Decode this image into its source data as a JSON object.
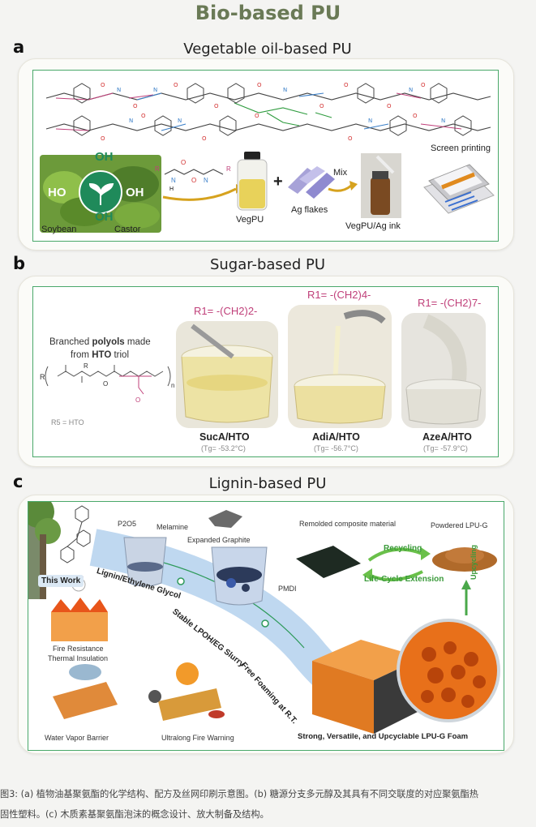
{
  "title": "Bio-based PU",
  "panel_a": {
    "letter": "a",
    "title": "Vegetable oil-based PU",
    "oh": [
      "OH",
      "HO",
      "OH",
      "OH"
    ],
    "labels": {
      "soybean": "Soybean",
      "castor": "Castor",
      "vegpu": "VegPU",
      "plus": "+",
      "ag_flakes": "Ag flakes",
      "mix": "Mix",
      "ink": "VegPU/Ag ink",
      "screen": "Screen printing",
      "r1": "R",
      "r2": "R"
    }
  },
  "panel_b": {
    "letter": "b",
    "title": "Sugar-based PU",
    "polyol_line1_a": "Branched ",
    "polyol_line1_b": "polyols",
    "polyol_line1_c": " made",
    "polyol_line2_a": "from ",
    "polyol_line2_b": "HTO",
    "polyol_line2_c": " triol",
    "r5": "R5 = HTO",
    "samples": [
      {
        "r1": "R1= -(CH2)2-",
        "name": "SucA/HTO",
        "tg": "(Tg= -53.2°C)"
      },
      {
        "r1": "R1= -(CH2)4-",
        "name": "AdiA/HTO",
        "tg": "(Tg= -56.7°C)"
      },
      {
        "r1": "R1= -(CH2)7-",
        "name": "AzeA/HTO",
        "tg": "(Tg= -57.9°C)"
      }
    ]
  },
  "panel_c": {
    "letter": "c",
    "title": "Lignin-based PU",
    "this_work": "This Work",
    "p2o5": "P2O5",
    "melamine": "Melamine",
    "expanded_graphite": "Expanded Graphite",
    "pmdi": "PMDI",
    "remolded": "Remolded composite material",
    "powdered": "Powdered LPU-G",
    "recycling": "Recycling",
    "life_cycle": "Life-Cycle Extension",
    "upcycling": "Upcycling",
    "step1": "Lignin/Ethylene Glycol",
    "step2": "Stable LPOH/EG Slurry",
    "step3": "Free Foaming at R.T.",
    "fire_resistance": "Fire Resistance",
    "thermal_insulation": "Thermal Insulation",
    "water_vapor": "Water Vapor Barrier",
    "fire_warning": "Ultralong Fire Warning",
    "foam_label": "Strong, Versatile, and Upcyclable LPU-G Foam"
  },
  "caption": {
    "line1": "图3: (a) 植物油基聚氨酯的化学结构、配方及丝网印刷示意图。(b) 糖源分支多元醇及其具有不同交联度的对应聚氨酯热",
    "line2": "固性塑料。(c) 木质素基聚氨酯泡沫的概念设计、放大制备及结构。"
  },
  "colors": {
    "title": "#6a7a56",
    "inner_border": "#4aa86a",
    "pink": "#c0407a",
    "blue_path": "#3a7fc8",
    "green_arrow": "#4aa84a"
  }
}
